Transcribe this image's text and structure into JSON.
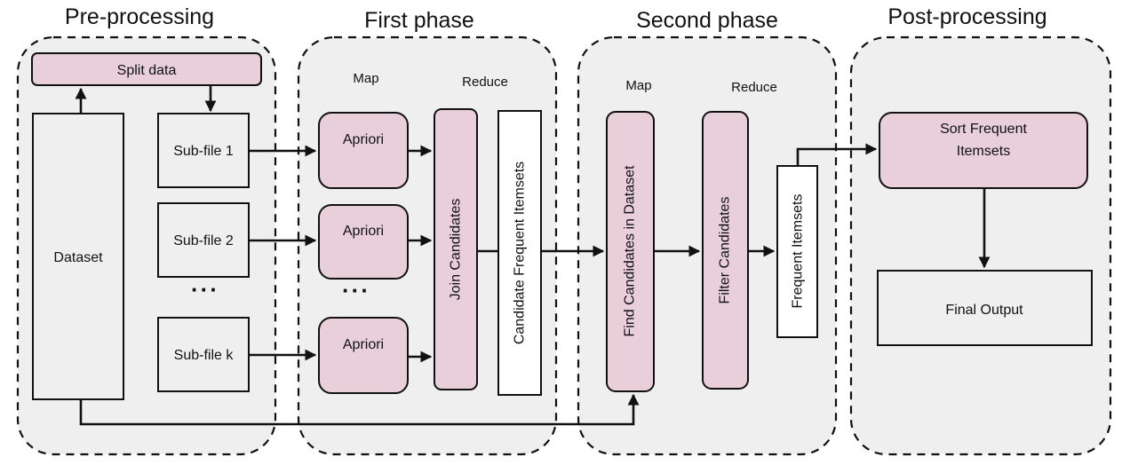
{
  "phases": {
    "pre": "Pre-processing",
    "first": "First phase",
    "second": "Second phase",
    "post": "Post-processing"
  },
  "first_phase": {
    "map": "Map",
    "reduce": "Reduce"
  },
  "second_phase": {
    "map": "Map",
    "reduce": "Reduce"
  },
  "nodes": {
    "split_data": "Split data",
    "dataset": "Dataset",
    "sub_file_1": "Sub-file 1",
    "sub_file_2": "Sub-file 2",
    "sub_file_dots": "···",
    "sub_file_k": "Sub-file k",
    "apriori_1": "Apriori",
    "apriori_2": "Apriori",
    "apriori_dots": "···",
    "apriori_k": "Apriori",
    "join_candidates": "Join Candidates",
    "candidate_frequent_itemsets": "Candidate Frequent Itemsets",
    "find_candidates": "Find Candidates in Dataset",
    "filter_candidates": "Filter Candidates",
    "frequent_itemsets": "Frequent Itemsets",
    "sort_line1": "Sort Frequent",
    "sort_line2": "Itemsets",
    "final_output": "Final Output"
  }
}
